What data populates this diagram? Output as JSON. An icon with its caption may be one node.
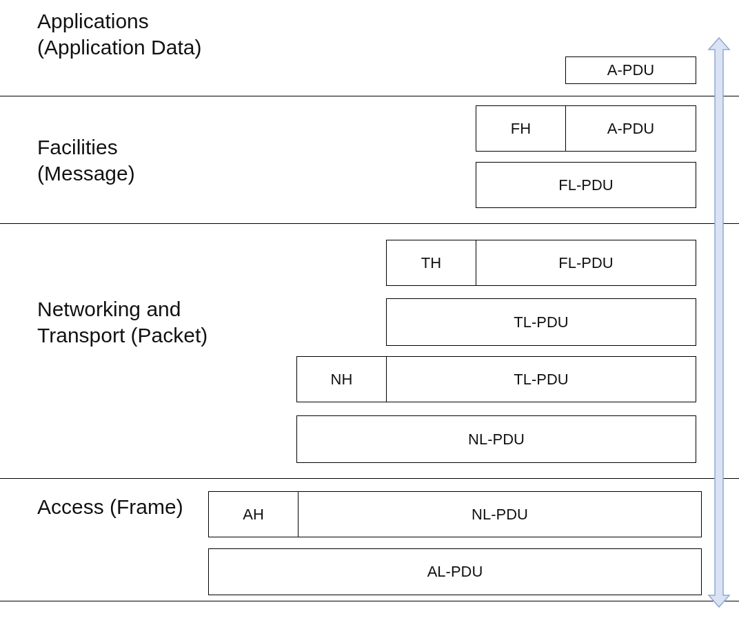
{
  "diagram": {
    "nodes": [
      {
        "text": [
          "Applications (Application Data)"
        ]
      },
      {
        "text": [
          "A-PDU"
        ],
        "in": 0
      },
      {
        "text": [
          "Facilities (Message)"
        ]
      },
      {
        "text": [
          "FH"
        ],
        "in": 2
      },
      {
        "text": [
          "A-PDU"
        ],
        "in": 2
      },
      {
        "text": [
          "FL-PDU"
        ],
        "in": 2
      },
      {
        "text": [
          "Networking and Transport (Packet)"
        ]
      },
      {
        "text": [
          "TH"
        ],
        "in": 6
      },
      {
        "text": [
          "FL-PDU"
        ],
        "in": 6
      },
      {
        "text": [
          "TL-PDU"
        ],
        "in": 6
      },
      {
        "text": [
          "NH"
        ],
        "in": 6
      },
      {
        "text": [
          "TL-PDU"
        ],
        "in": 6
      },
      {
        "text": [
          "NL-PDU"
        ],
        "in": 6
      },
      {
        "text": [
          "Access (Frame)"
        ]
      },
      {
        "text": [
          "AH"
        ],
        "in": 13
      },
      {
        "text": [
          "NL-PDU"
        ],
        "in": 13
      },
      {
        "text": [
          "AL-PDU"
        ],
        "in": 13
      }
    ],
    "edges": []
  }
}
